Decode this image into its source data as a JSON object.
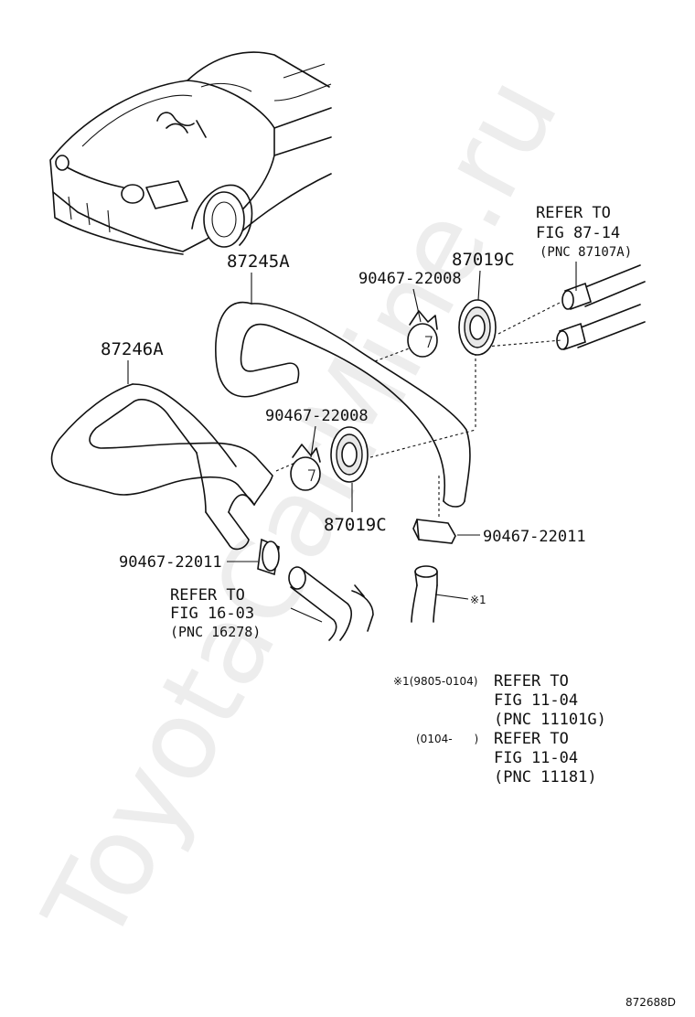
{
  "watermark": "ToyotaCarMine.ru",
  "figure_code": "872688D",
  "parts": {
    "hose_upper": "87245A",
    "hose_lower": "87246A",
    "grommet_top": "87019C",
    "grommet_mid": "87019C",
    "clamp_top": "90467-22008",
    "clamp_mid": "90467-22008",
    "clamp_right": "90467-22011",
    "clamp_left": "90467-22011"
  },
  "refs": {
    "fig_87_14": {
      "l1": "REFER TO",
      "l2": "FIG 87-14",
      "l3": "(PNC 87107A)"
    },
    "fig_16_03": {
      "l1": "REFER TO",
      "l2": "FIG 16-03",
      "l3": "(PNC 16278)"
    },
    "star_marker": "※1"
  },
  "notes": {
    "note1": {
      "code": "※1(9805-0104)",
      "l1": "REFER TO",
      "l2": "FIG 11-04",
      "l3": "(PNC 11101G)"
    },
    "note2": {
      "code": "(0104-　　)",
      "l1": "REFER TO",
      "l2": "FIG 11-04",
      "l3": "(PNC 11181)"
    }
  }
}
